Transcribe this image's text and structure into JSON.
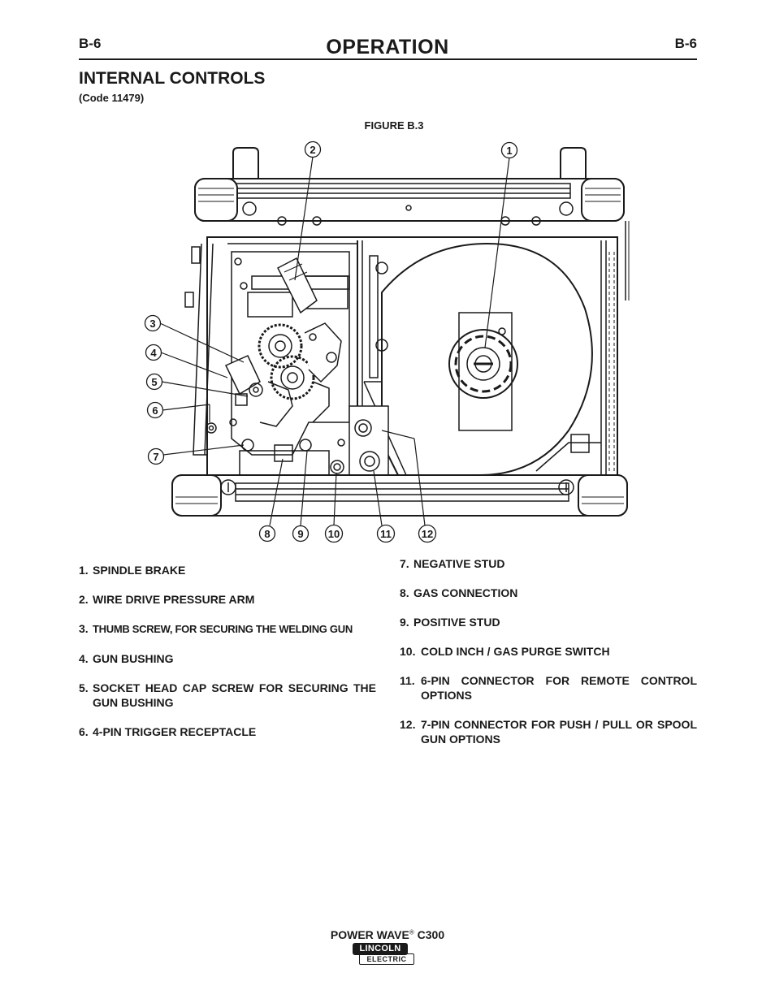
{
  "header": {
    "page_code_left": "B-6",
    "page_code_right": "B-6",
    "section_title": "OPERATION"
  },
  "content": {
    "subheading": "INTERNAL CONTROLS",
    "code_note": "(Code 11479)",
    "figure_caption": "FIGURE B.3",
    "callouts": [
      "1",
      "2",
      "3",
      "4",
      "5",
      "6",
      "7",
      "8",
      "9",
      "10",
      "11",
      "12"
    ],
    "list_left": [
      {
        "num": "1.",
        "text": "SPINDLE BRAKE"
      },
      {
        "num": "2.",
        "text": "WIRE DRIVE PRESSURE ARM"
      },
      {
        "num": "3.",
        "text": "THUMB SCREW, FOR SECURING THE WELDING GUN"
      },
      {
        "num": "4.",
        "text": "GUN BUSHING"
      },
      {
        "num": "5.",
        "text": "SOCKET HEAD CAP SCREW FOR SECURING THE GUN BUSHING"
      },
      {
        "num": "6.",
        "text": "4-PIN TRIGGER RECEPTACLE"
      }
    ],
    "list_right": [
      {
        "num": "7.",
        "text": "NEGATIVE STUD"
      },
      {
        "num": "8.",
        "text": "GAS CONNECTION"
      },
      {
        "num": "9.",
        "text": "POSITIVE STUD"
      },
      {
        "num": "10.",
        "text": "COLD INCH / GAS PURGE SWITCH"
      },
      {
        "num": "11.",
        "text": "6-PIN CONNECTOR FOR REMOTE CONTROL OPTIONS"
      },
      {
        "num": "12.",
        "text": "7-PIN CONNECTOR FOR PUSH / PULL OR SPOOL GUN OPTIONS"
      }
    ]
  },
  "footer": {
    "model_name": "POWER WAVE",
    "registered_mark": "®",
    "model_number": "C300",
    "logo_top": "LINCOLN",
    "logo_bottom": "ELECTRIC"
  }
}
